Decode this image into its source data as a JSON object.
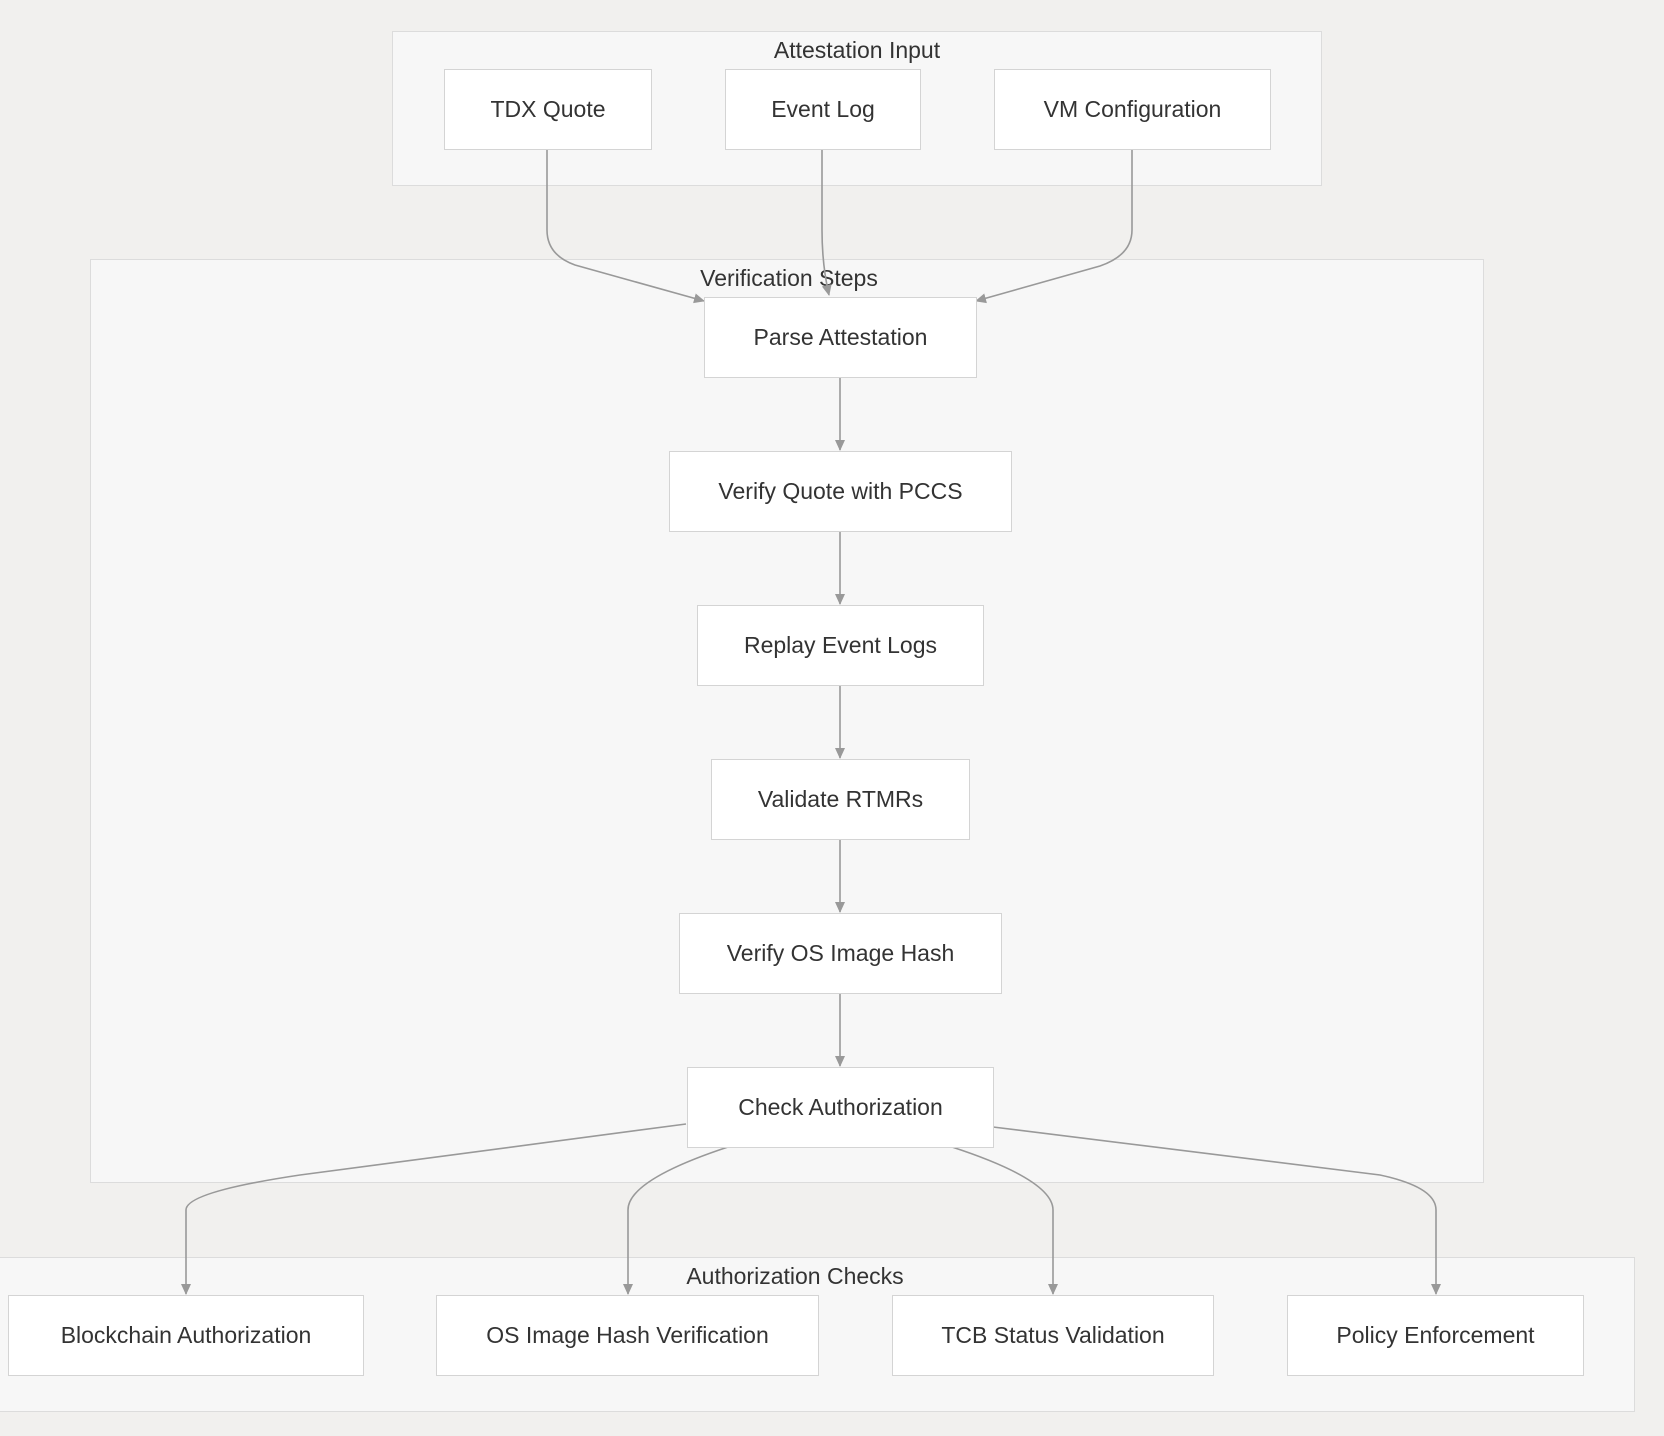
{
  "colors": {
    "background": "#f1f0ee",
    "cluster_fill": "#f7f7f7",
    "cluster_border": "#dcdcdc",
    "node_fill": "#ffffff",
    "node_border": "#d4d4d4",
    "edge": "#999999",
    "text": "#333333"
  },
  "clusters": {
    "attestation_input": {
      "title": "Attestation Input",
      "nodes": {
        "tdx_quote": "TDX Quote",
        "event_log": "Event Log",
        "vm_configuration": "VM Configuration"
      }
    },
    "verification_steps": {
      "title": "Verification Steps",
      "nodes": {
        "parse_attestation": "Parse Attestation",
        "verify_quote": "Verify Quote with PCCS",
        "replay_event_logs": "Replay Event Logs",
        "validate_rtmrs": "Validate RTMRs",
        "verify_os_image_hash": "Verify OS Image Hash",
        "check_authorization": "Check Authorization"
      }
    },
    "authorization_checks": {
      "title": "Authorization Checks",
      "nodes": {
        "blockchain_authorization": "Blockchain Authorization",
        "os_image_hash_verification": "OS Image Hash Verification",
        "tcb_status_validation": "TCB Status Validation",
        "policy_enforcement": "Policy Enforcement"
      }
    }
  },
  "edges": [
    {
      "from": "TDX Quote",
      "to": "Parse Attestation"
    },
    {
      "from": "Event Log",
      "to": "Parse Attestation"
    },
    {
      "from": "VM Configuration",
      "to": "Parse Attestation"
    },
    {
      "from": "Parse Attestation",
      "to": "Verify Quote with PCCS"
    },
    {
      "from": "Verify Quote with PCCS",
      "to": "Replay Event Logs"
    },
    {
      "from": "Replay Event Logs",
      "to": "Validate RTMRs"
    },
    {
      "from": "Validate RTMRs",
      "to": "Verify OS Image Hash"
    },
    {
      "from": "Verify OS Image Hash",
      "to": "Check Authorization"
    },
    {
      "from": "Check Authorization",
      "to": "Blockchain Authorization"
    },
    {
      "from": "Check Authorization",
      "to": "OS Image Hash Verification"
    },
    {
      "from": "Check Authorization",
      "to": "TCB Status Validation"
    },
    {
      "from": "Check Authorization",
      "to": "Policy Enforcement"
    }
  ]
}
